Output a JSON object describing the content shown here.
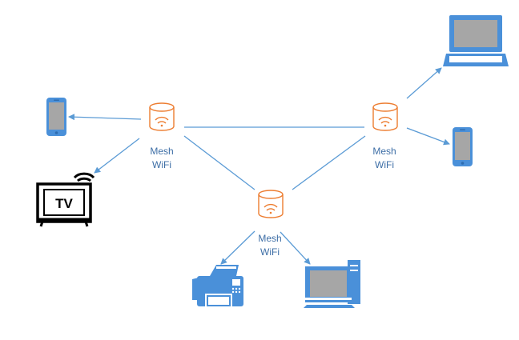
{
  "colors": {
    "link_line": "#5b9bd5",
    "router_outline": "#ed7d31",
    "device_blue": "#4a90d9",
    "device_screen": "#a6a6a6",
    "tv_outline": "#000000",
    "label_text": "#3d6ea6"
  },
  "routers": [
    {
      "id": "router-left",
      "line1": "Mesh",
      "line2": "WiFi"
    },
    {
      "id": "router-right",
      "line1": "Mesh",
      "line2": "WiFi"
    },
    {
      "id": "router-center",
      "line1": "Mesh",
      "line2": "WiFi"
    }
  ],
  "devices": {
    "phone_left": {
      "icon": "smartphone-icon"
    },
    "tv": {
      "icon": "tv-icon",
      "text": "TV"
    },
    "laptop": {
      "icon": "laptop-icon"
    },
    "phone_right": {
      "icon": "smartphone-icon"
    },
    "printer": {
      "icon": "printer-icon"
    },
    "desktop": {
      "icon": "desktop-computer-icon"
    }
  }
}
